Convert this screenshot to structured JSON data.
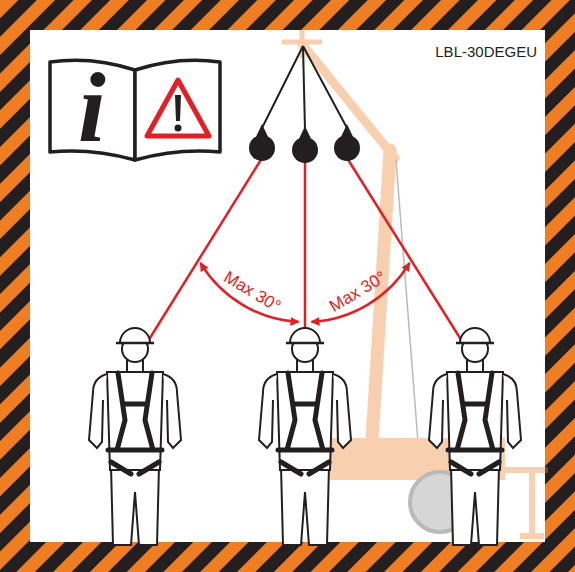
{
  "diagram": {
    "labels": [
      "i",
      "LBL-30DEGEU",
      "Max 30°",
      "Max 30°"
    ]
  }
}
